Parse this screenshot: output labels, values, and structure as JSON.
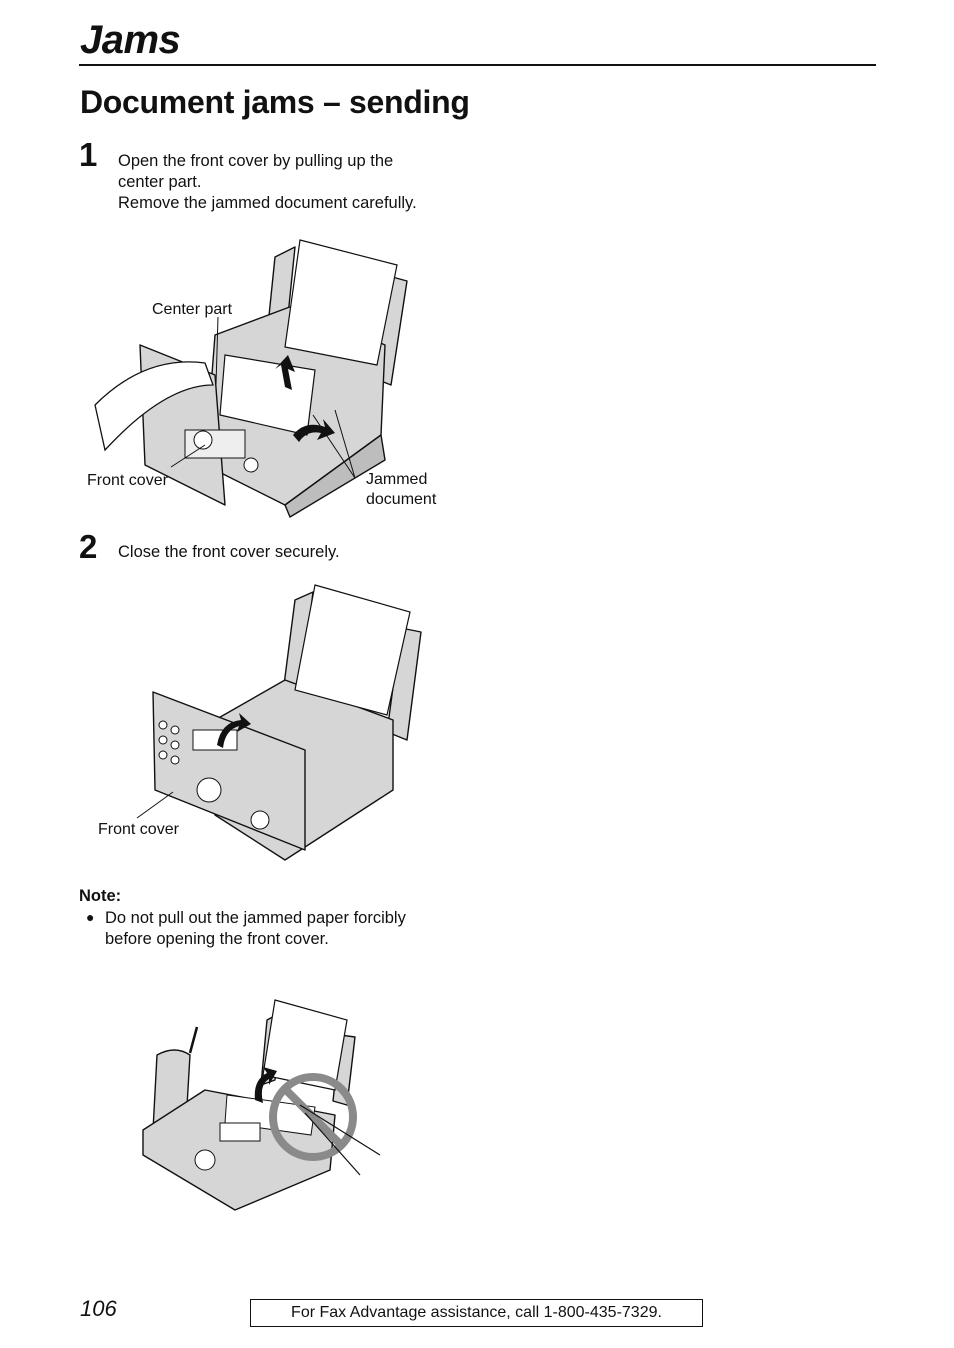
{
  "header": {
    "section_title": "Jams"
  },
  "page_heading": "Document jams – sending",
  "steps": [
    {
      "number": "1",
      "text": "Open the front cover by pulling up the\ncenter part.\nRemove the jammed document carefully."
    },
    {
      "number": "2",
      "text": "Close the front cover securely."
    }
  ],
  "illustration1": {
    "labels": {
      "center_part": "Center part",
      "front_cover": "Front cover",
      "jammed_document": "Jammed\ndocument"
    }
  },
  "illustration2": {
    "labels": {
      "front_cover": "Front cover"
    }
  },
  "note": {
    "title": "Note:",
    "bullet": "●",
    "items": [
      "Do not pull out the jammed paper forcibly before opening the front cover."
    ]
  },
  "footer": {
    "page_number": "106",
    "assistance": "For Fax Advantage assistance, call 1-800-435-7329."
  }
}
